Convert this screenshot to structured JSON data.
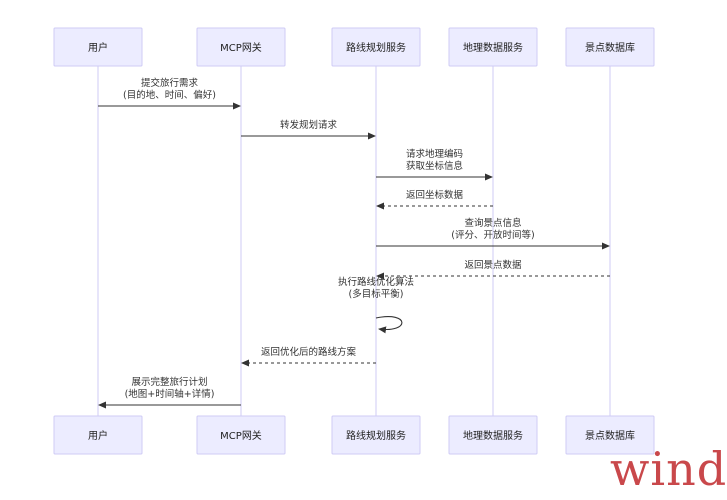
{
  "participants": [
    {
      "id": "user",
      "label": "用户"
    },
    {
      "id": "gateway",
      "label": "MCP网关"
    },
    {
      "id": "route",
      "label": "路线规划服务"
    },
    {
      "id": "geo",
      "label": "地理数据服务"
    },
    {
      "id": "poi",
      "label": "景点数据库"
    }
  ],
  "messages": [
    {
      "from": "user",
      "to": "gateway",
      "style": "solid",
      "lines": [
        "提交旅行需求",
        "(目的地、时间、偏好)"
      ]
    },
    {
      "from": "gateway",
      "to": "route",
      "style": "solid",
      "lines": [
        "转发规划请求"
      ]
    },
    {
      "from": "route",
      "to": "geo",
      "style": "solid",
      "lines": [
        "请求地理编码",
        "获取坐标信息"
      ]
    },
    {
      "from": "geo",
      "to": "route",
      "style": "dashed",
      "lines": [
        "返回坐标数据"
      ]
    },
    {
      "from": "route",
      "to": "poi",
      "style": "solid",
      "lines": [
        "查询景点信息",
        "(评分、开放时间等)"
      ]
    },
    {
      "from": "poi",
      "to": "route",
      "style": "dashed",
      "lines": [
        "返回景点数据"
      ]
    },
    {
      "from": "route",
      "to": "route",
      "style": "solid",
      "lines": [
        "执行路线优化算法",
        "(多目标平衡)"
      ]
    },
    {
      "from": "route",
      "to": "gateway",
      "style": "dashed",
      "lines": [
        "返回优化后的路线方案"
      ]
    },
    {
      "from": "gateway",
      "to": "user",
      "style": "solid",
      "lines": [
        "展示完整旅行计划",
        "(地图+时间轴+详情)"
      ]
    }
  ],
  "watermark": "wind"
}
